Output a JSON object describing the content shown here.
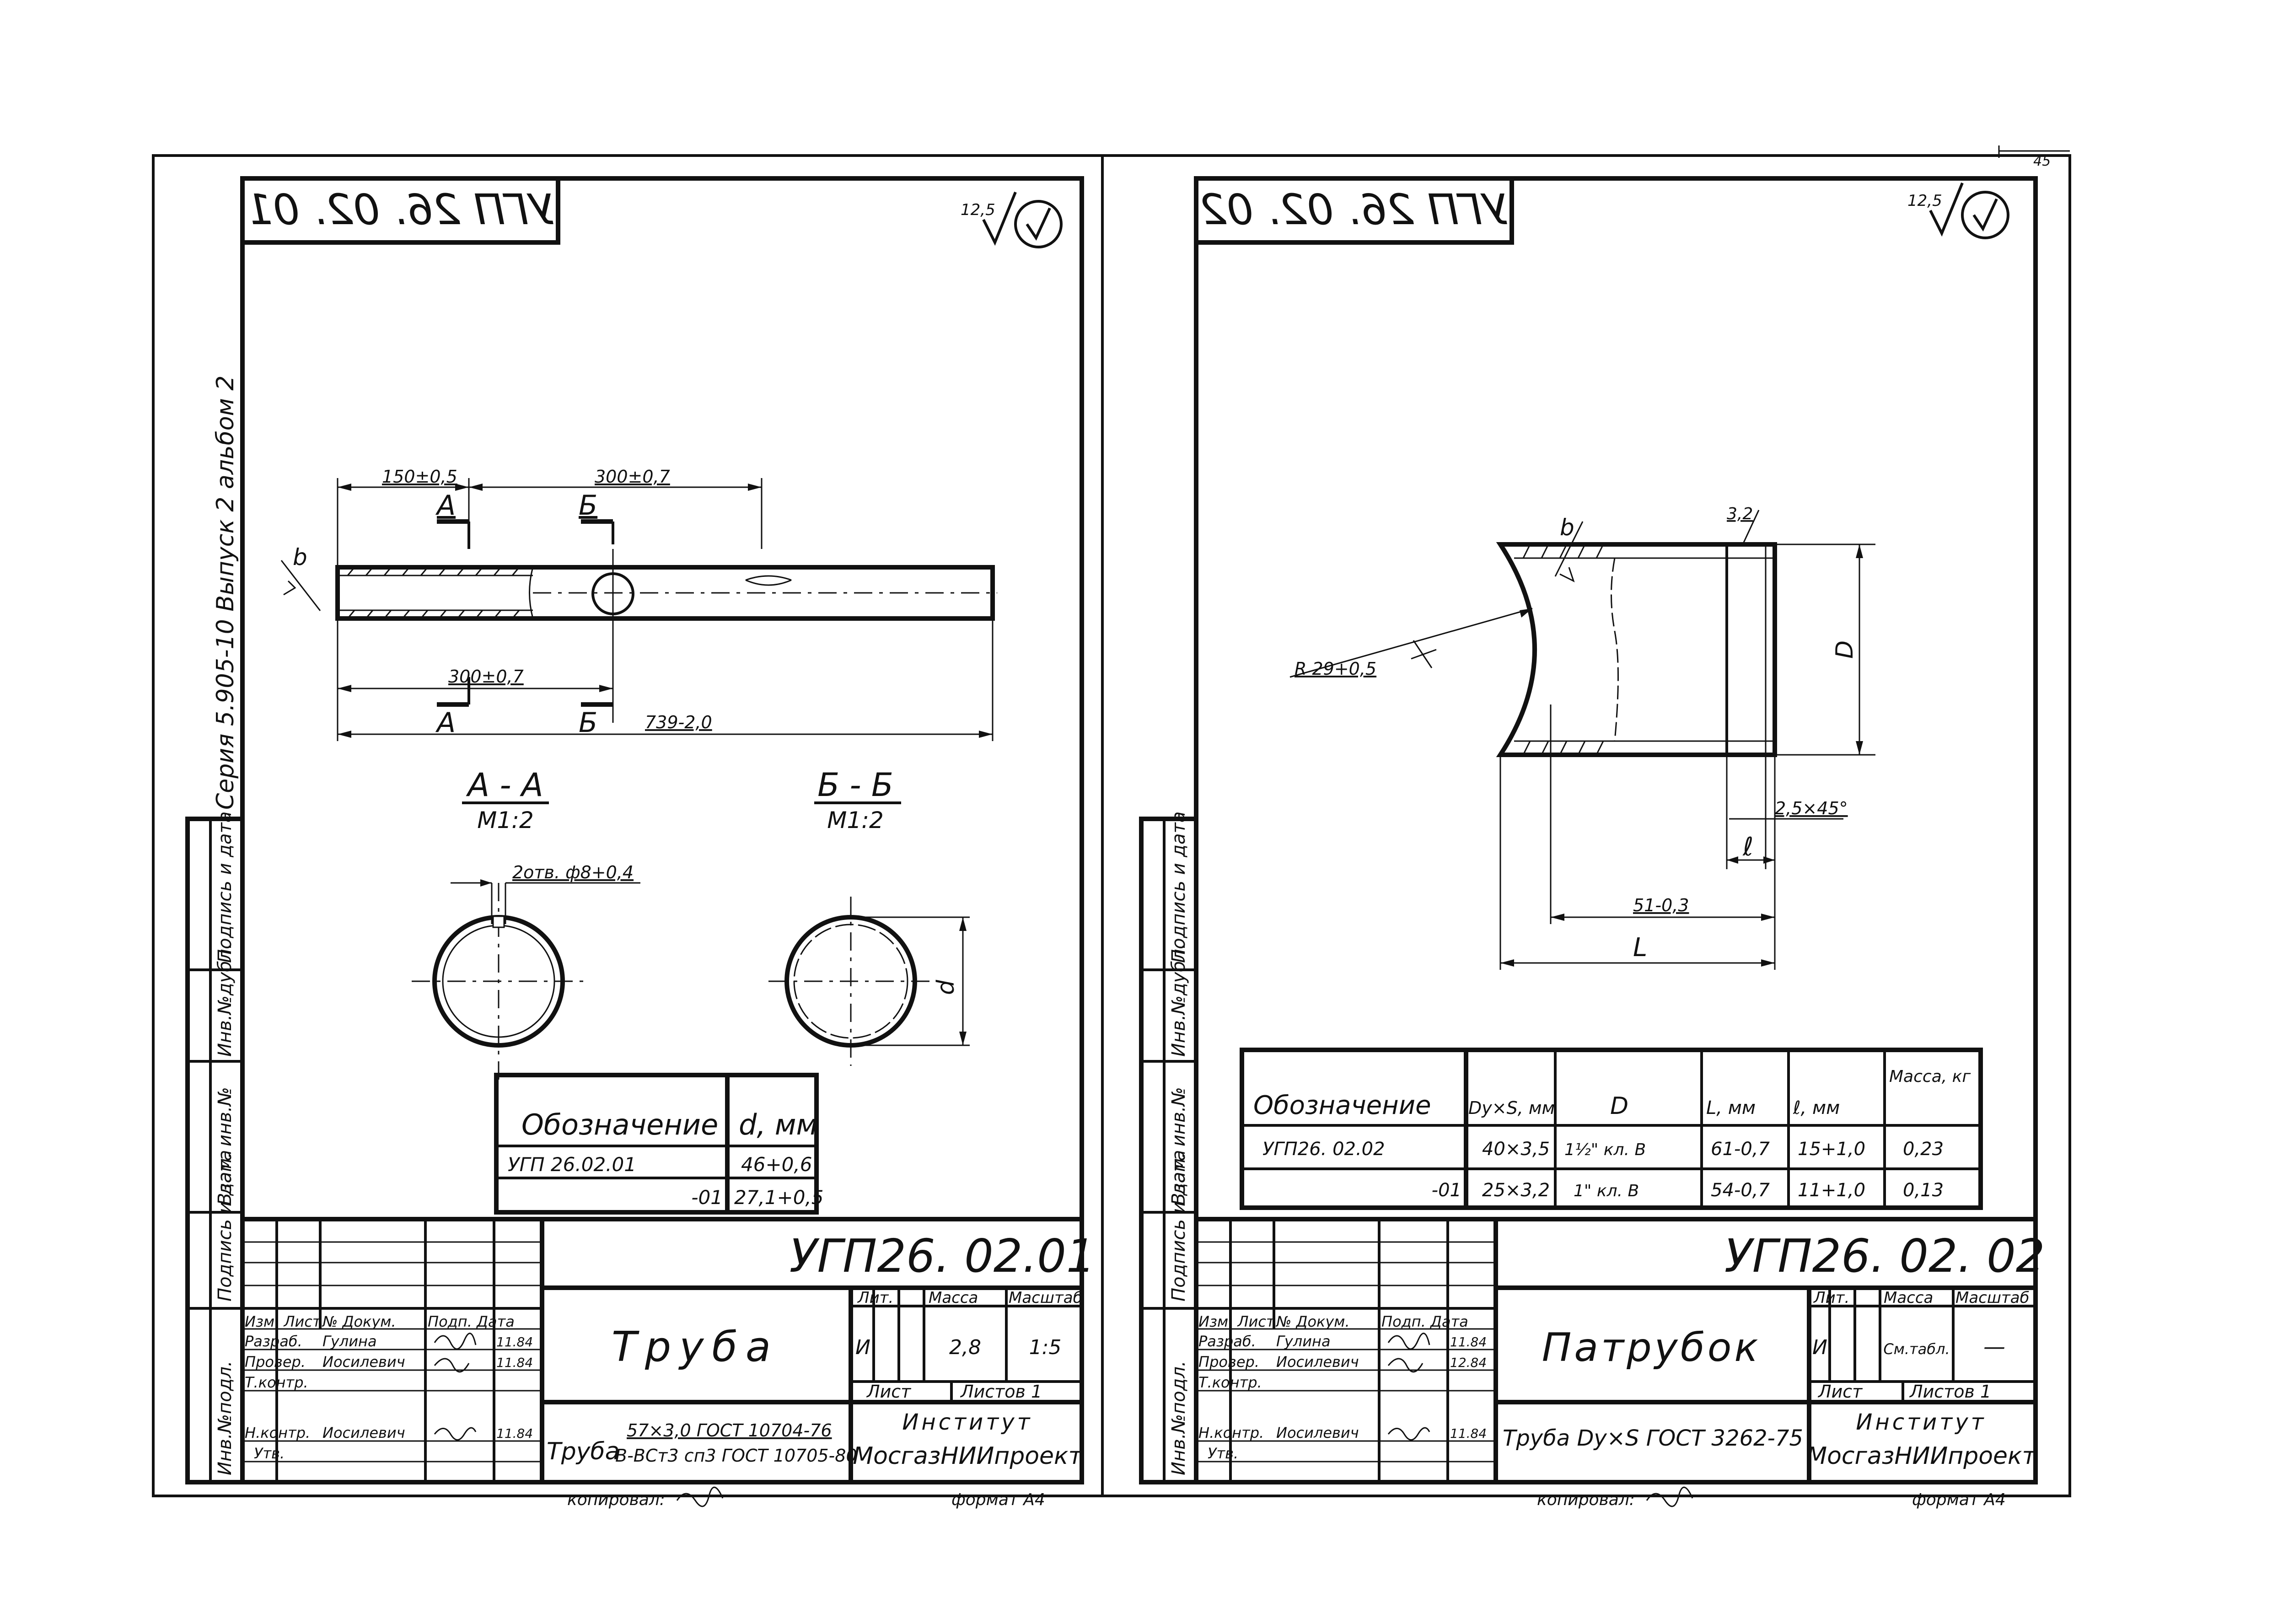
{
  "page_number": "45",
  "series_note": "Серия 5.905-10 Выпуск 2 альбом 2",
  "side_labels": [
    "Инв.№подл.",
    "Подпись и дата",
    "Взам. инв.№",
    "Инв.№дубл.",
    "Подпись и дата"
  ],
  "sheet1": {
    "mirrored_code": "УГП 26. 02. 01",
    "roughness": "12,5",
    "weld_mark": "b",
    "dim_150": "150±0,5",
    "dim_300_top": "300±0,7",
    "dim_300_bottom": "300±0,7",
    "dim_739": "739-2,0",
    "cut_a": "А",
    "cut_b": "Б",
    "section_aa": "А - А",
    "section_bb": "Б - Б",
    "scale_aa": "М1:2",
    "scale_bb": "М1:2",
    "holes_note": "2отв. ф8+0,4",
    "dim_d": "d",
    "table": {
      "header": [
        "Обозначение",
        "d, мм"
      ],
      "rows": [
        [
          "УГП 26.02.01",
          "46+0,6"
        ],
        [
          "-01",
          "27,1+0,5"
        ]
      ]
    },
    "stamp": {
      "code": "УГП26. 02.01",
      "name": "Труба",
      "lit_label": "Лит.",
      "mass_label": "Масса",
      "scale_label": "Масштаб",
      "lit": "И",
      "mass": "2,8",
      "scale": "1:5",
      "sheet_label": "Лист",
      "sheets_label": "Листов 1",
      "org1": "Институт",
      "org2": "МосгазНИИпроект",
      "material_prefix": "Труба",
      "material_top": "57×3,0 ГОСТ 10704-76",
      "material_bottom": "В-ВСт3 сп3 ГОСТ 10705-80",
      "roles": [
        {
          "role": "Изм. Лист",
          "name": "№ Докум.",
          "date": "Подп. Дата"
        },
        {
          "role": "Разраб.",
          "name": "Гулина",
          "date": "11.84"
        },
        {
          "role": "Провер.",
          "name": "Иосилевич",
          "date": "11.84"
        },
        {
          "role": "Т.контр.",
          "name": "",
          "date": ""
        },
        {
          "role": "Н.контр.",
          "name": "Иосилевич",
          "date": "11.84"
        },
        {
          "role": "Утв.",
          "name": "",
          "date": ""
        }
      ],
      "copied": "копировал:",
      "format": "формат А4"
    }
  },
  "sheet2": {
    "mirrored_code": "УГП 26. 02. 02",
    "roughness": "12,5",
    "weld_mark": "b",
    "dim_radius": "R 29+0,5",
    "dim_32": "3,2",
    "dim_D": "D",
    "dim_chamfer": "2,5×45°",
    "dim_l": "ℓ",
    "dim_51": "51-0,3",
    "dim_L": "L",
    "table": {
      "header": [
        "Обозначение",
        "Dy×S, мм",
        "D",
        "L, мм",
        "ℓ, мм",
        "Масса, кг"
      ],
      "rows": [
        [
          "УГП26. 02.02",
          "40×3,5",
          "1½\" кл. В",
          "61-0,7",
          "15+1,0",
          "0,23"
        ],
        [
          "-01",
          "25×3,2",
          "1\" кл. В",
          "54-0,7",
          "11+1,0",
          "0,13"
        ]
      ]
    },
    "stamp": {
      "code": "УГП26. 02. 02",
      "name": "Патрубок",
      "lit_label": "Лит.",
      "mass_label": "Масса",
      "scale_label": "Масштаб",
      "lit": "И",
      "mass": "См.табл.",
      "scale": "—",
      "sheet_label": "Лист",
      "sheets_label": "Листов 1",
      "org1": "Институт",
      "org2": "МосгазНИИпроект",
      "material": "Труба Dy×S ГОСТ 3262-75",
      "roles": [
        {
          "role": "Изм. Лист",
          "name": "№ Докум.",
          "date": "Подп. Дата"
        },
        {
          "role": "Разраб.",
          "name": "Гулина",
          "date": "11.84"
        },
        {
          "role": "Провер.",
          "name": "Иосилевич",
          "date": "12.84"
        },
        {
          "role": "Т.контр.",
          "name": "",
          "date": ""
        },
        {
          "role": "Н.контр.",
          "name": "Иосилевич",
          "date": "11.84"
        },
        {
          "role": "Утв.",
          "name": "",
          "date": ""
        }
      ],
      "copied": "копировал:",
      "format": "формат А4"
    }
  }
}
